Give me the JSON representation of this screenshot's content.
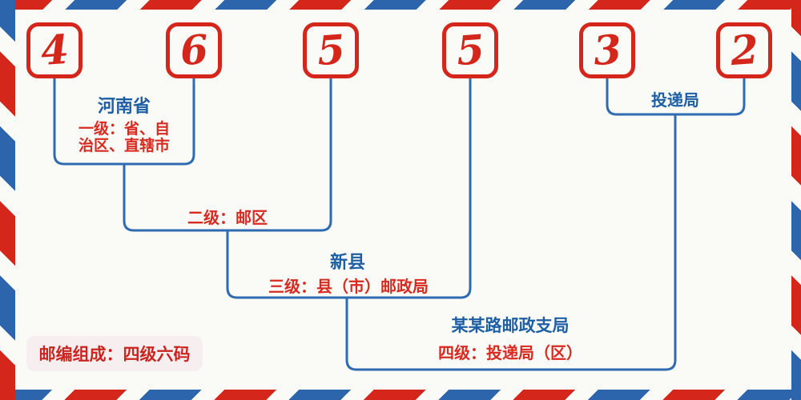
{
  "colors": {
    "background": "#fafaf6",
    "red": "#d5261c",
    "red_text": "#d92a20",
    "blue": "#2d65ac",
    "blue_line": "#2f6bb2",
    "blue_text": "#1d5fa5",
    "badge_bg": "#f7efef"
  },
  "postal_code": {
    "digits": [
      "4",
      "6",
      "5",
      "5",
      "3",
      "2"
    ]
  },
  "annotations": {
    "level1": {
      "title": "河南省",
      "desc_line1": "一级：省、自",
      "desc_line2": "治区、直辖市"
    },
    "level2": {
      "desc": "二级：邮区"
    },
    "level3": {
      "title": "新县",
      "desc": "三级：县（市）邮政局"
    },
    "level4": {
      "title": "某某路邮政支局",
      "desc": "四级：投递局（区）"
    },
    "delivery": {
      "title": "投递局"
    },
    "badge": "邮编组成：四级六码"
  }
}
